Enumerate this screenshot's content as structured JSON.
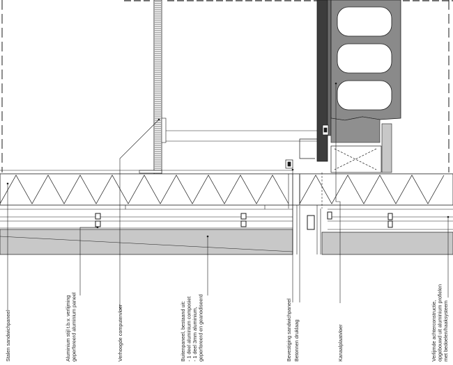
{
  "labels": {
    "stalen_sandwichpaneel": "Stalen sandwichpaneel",
    "aluminium_stijl": [
      "Aluminium stijl t.b.v. verlijming",
      "geperforeerd aluminium paneel"
    ],
    "verhoogde_computervloer": "Verhoogde computervloer",
    "buitenpaneel": [
      "Buitenpaneel, bestaand uit:",
      "- 1 deel aluminium composiet",
      "- 1 deel 3mm aluminium,",
      "geperforeerd en geanodiseerd"
    ],
    "bevestiging_sandwichpaneel": "Bevestiging sandwichpaneel",
    "betonnen_druklaag": "Betonnen druklaag",
    "kanaalplaatvloer": "Kanaalplaatvloer",
    "verlijmde_achterconstructie": [
      "Verlijmde achterconstructie,",
      "opgebouwd uit aluminium profielen",
      "met bedoelen/haaksysteem"
    ]
  },
  "colors": {
    "line": "#1a1a1a",
    "grey_panel": "#c8c8c8",
    "dark_wall": "#3c3c3c",
    "slab": "#8a8a8a"
  }
}
